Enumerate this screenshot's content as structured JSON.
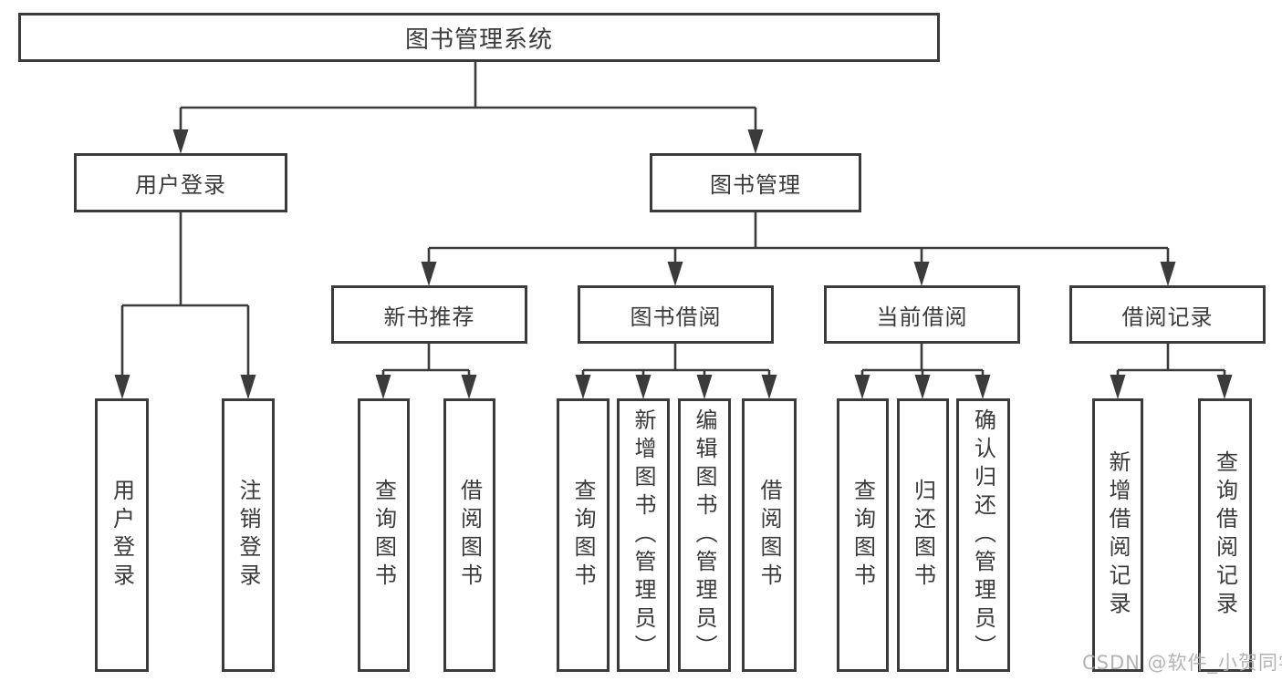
{
  "diagram": {
    "title": "图书管理系统",
    "level2": [
      "用户登录",
      "图书管理"
    ],
    "level3": [
      "新书推荐",
      "图书借阅",
      "当前借阅",
      "借阅记录"
    ],
    "leaves": {
      "user_login": [
        "用户登录",
        "注销登录"
      ],
      "new_book": [
        "查询图书",
        "借阅图书"
      ],
      "book_borrow": [
        "查询图书",
        "新增图书（管理员）",
        "编辑图书（管理员）",
        "借阅图书"
      ],
      "current_borrow": [
        "查询图书",
        "归还图书",
        "确认归还（管理员）"
      ],
      "borrow_records": [
        "新增借阅记录",
        "查询借阅记录"
      ]
    },
    "watermark": "CSDN @软件_小贺同学",
    "colors": {
      "line": "#3b3b3b",
      "text": "#3a3a3a",
      "watermark": "#ababab",
      "background": "#ffffff"
    }
  }
}
